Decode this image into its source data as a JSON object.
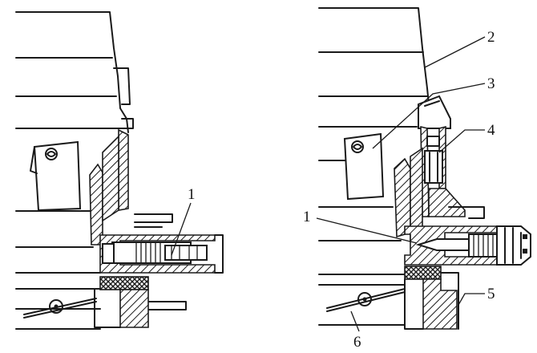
{
  "callouts": {
    "left_1": "1",
    "right_1": "1",
    "right_2": "2",
    "right_3": "3",
    "right_4": "4",
    "right_5": "5",
    "right_6": "6"
  },
  "colors": {
    "ink": "#1a1a1a",
    "paper": "#ffffff"
  }
}
